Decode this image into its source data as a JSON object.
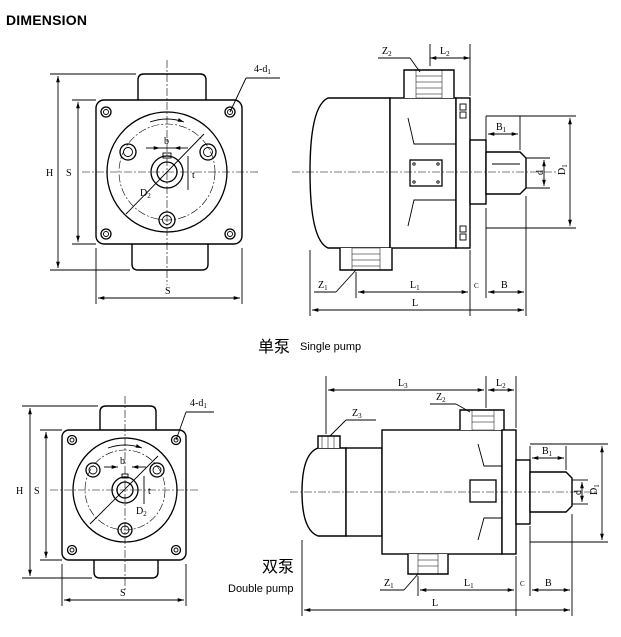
{
  "heading": "DIMENSION",
  "single": {
    "caption_cn": "单泵",
    "caption_en": "Single pump",
    "labels": {
      "bolt": "4-d",
      "bolt_sub": "1",
      "H": "H",
      "S_left": "S",
      "S_bottom": "S",
      "b": "b",
      "t": "t",
      "D2": "D",
      "D2_sub": "2",
      "Z2": "Z",
      "Z2_sub": "2",
      "L2": "L",
      "L2_sub": "2",
      "B1": "B",
      "B1_sub": "1",
      "d": "d",
      "D1": "D",
      "D1_sub": "1",
      "Z1": "Z",
      "Z1_sub": "1",
      "L1": "L",
      "L1_sub": "1",
      "C": "C",
      "B": "B",
      "L": "L"
    }
  },
  "double": {
    "caption_cn": "双泵",
    "caption_en": "Double pump",
    "labels": {
      "bolt": "4-d",
      "bolt_sub": "1",
      "H": "H",
      "S_left": "S",
      "S_bottom": "S",
      "b": "b",
      "t": "t",
      "D2": "D",
      "D2_sub": "2",
      "L3": "L",
      "L3_sub": "3",
      "L2": "L",
      "L2_sub": "2",
      "Z3": "Z",
      "Z3_sub": "3",
      "Z2": "Z",
      "Z2_sub": "2",
      "B1": "B",
      "B1_sub": "1",
      "d": "d",
      "D1": "D",
      "D1_sub": "1",
      "Z1": "Z",
      "Z1_sub": "1",
      "L1": "L",
      "L1_sub": "1",
      "C": "C",
      "B": "B",
      "L": "L"
    }
  }
}
